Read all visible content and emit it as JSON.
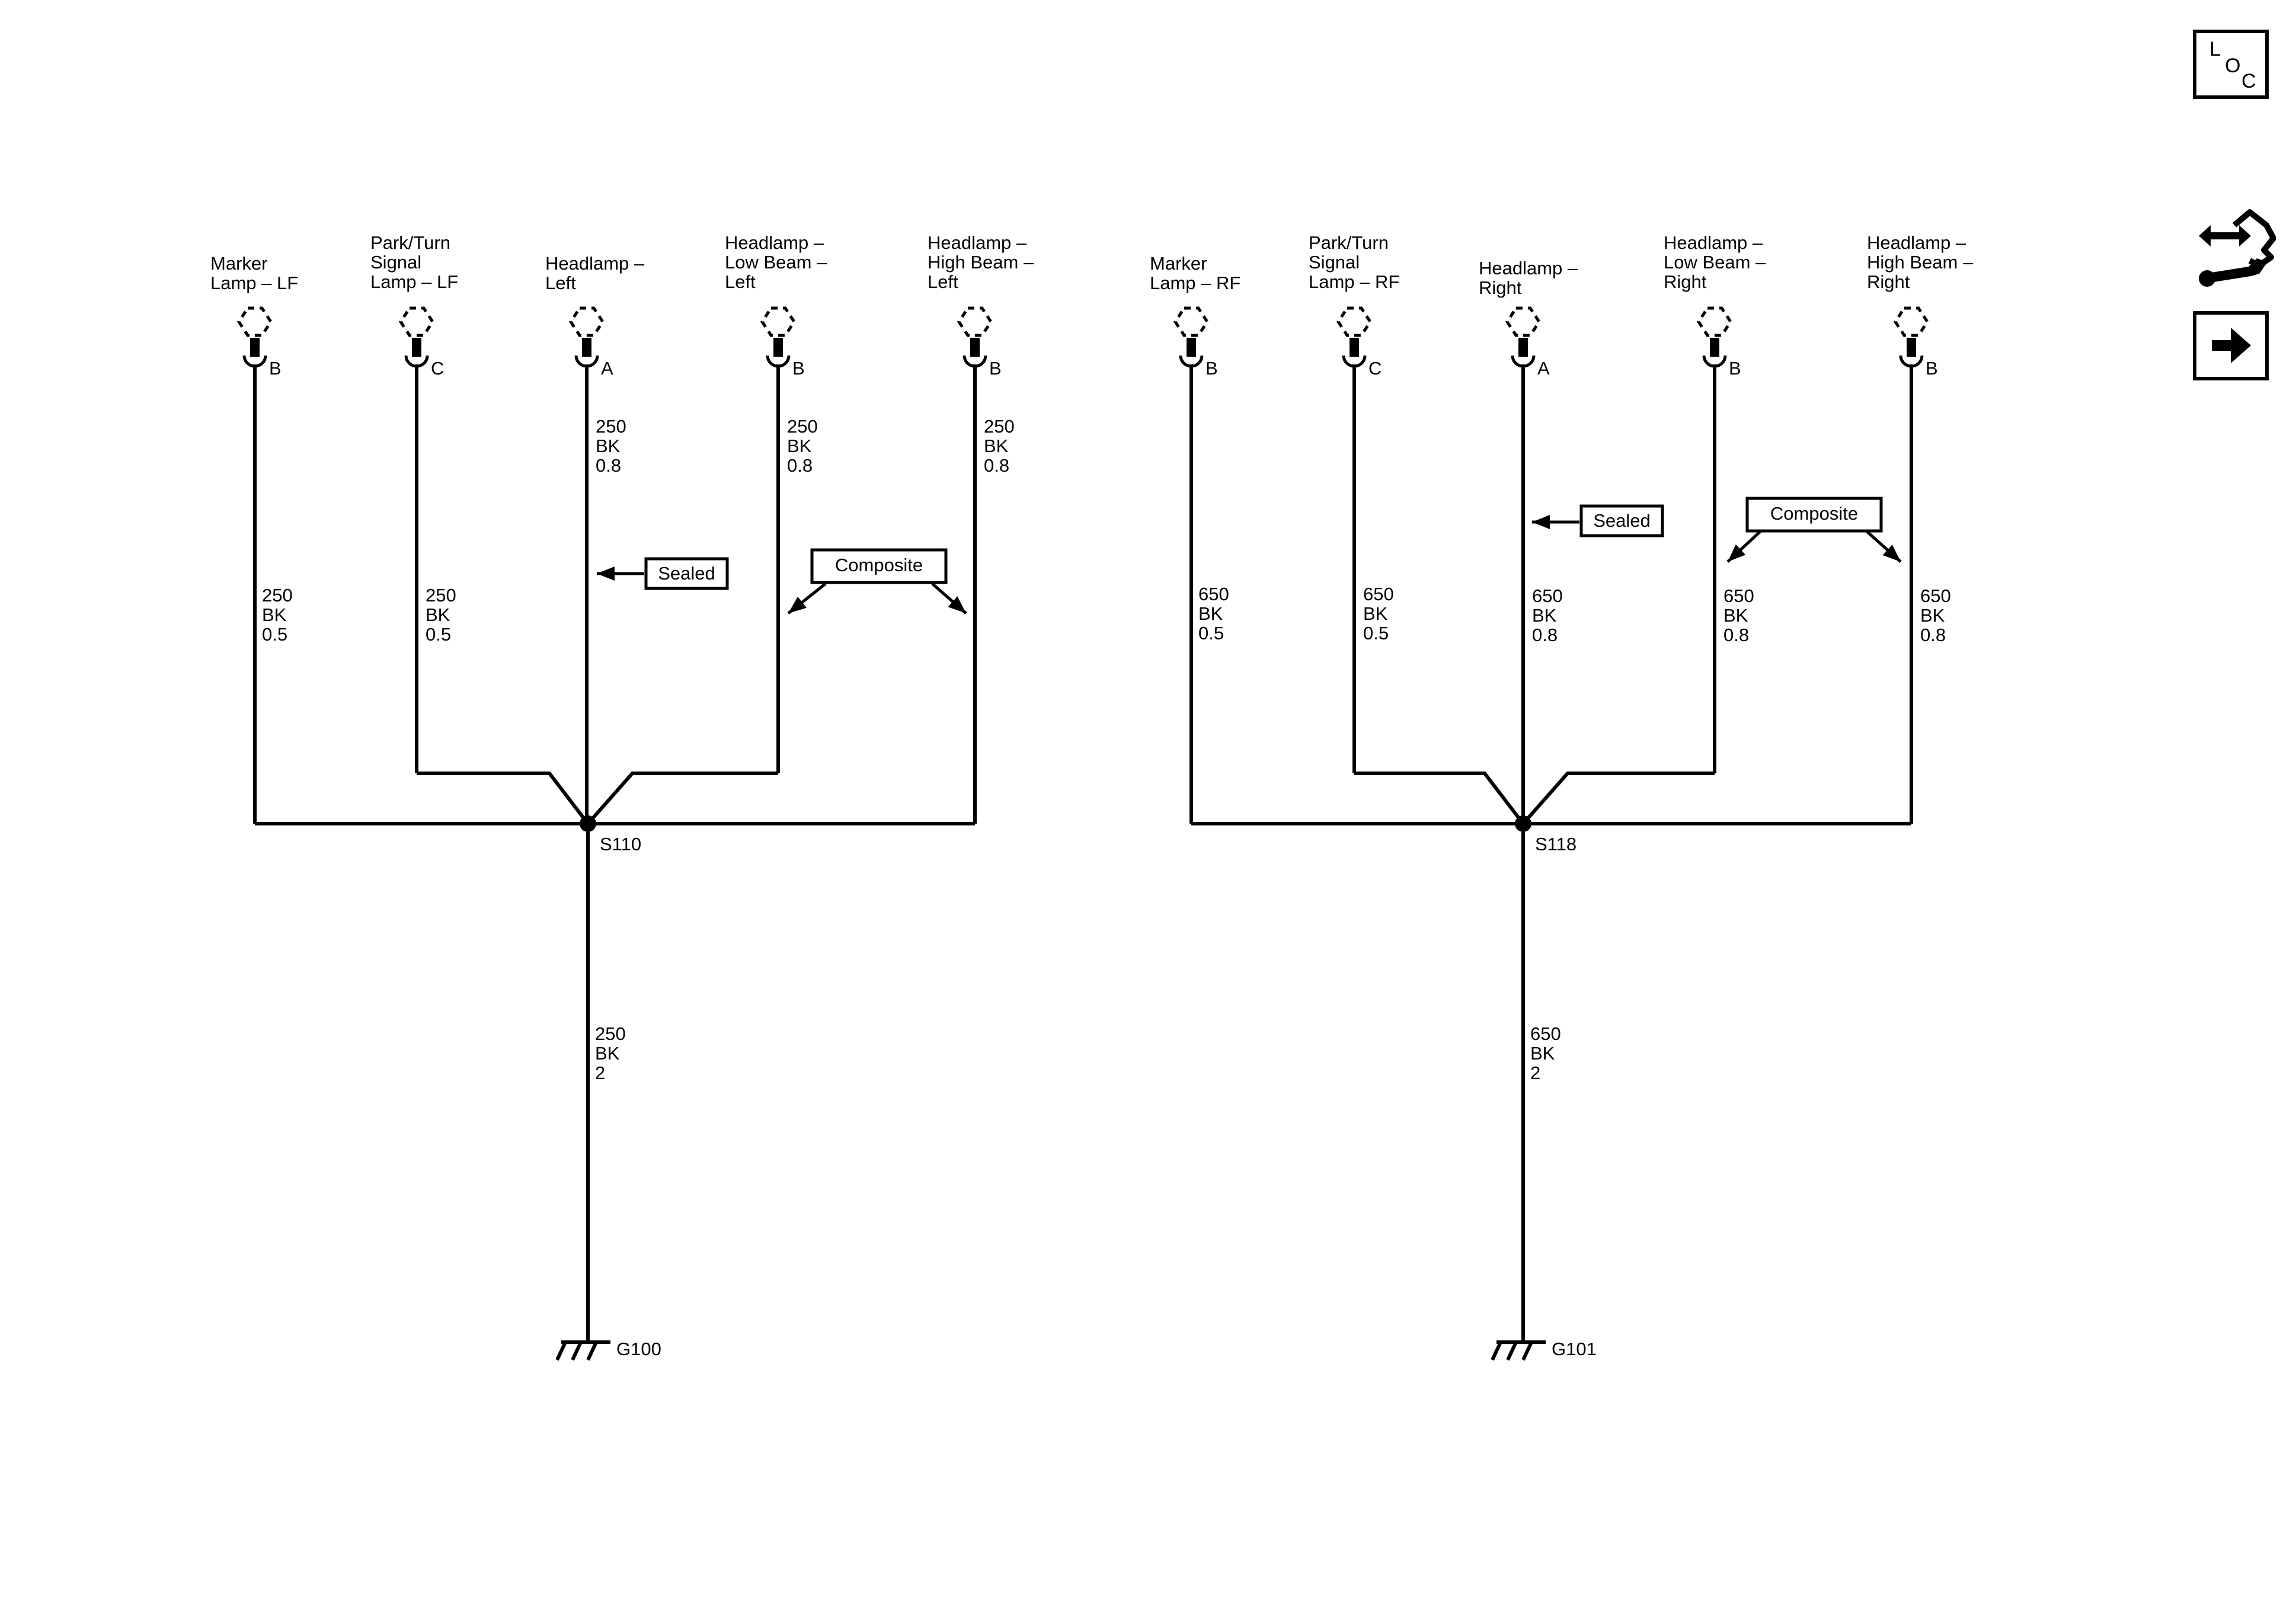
{
  "side_icons": {
    "loc_letters": [
      "L",
      "O",
      "C"
    ]
  },
  "callouts": {
    "sealed": "Sealed",
    "composite": "Composite"
  },
  "circuits": [
    {
      "side": "left",
      "splice": "S110",
      "ground": "G100",
      "ground_wire": [
        "250",
        "BK",
        "2"
      ],
      "branches": [
        {
          "label": [
            "Marker",
            "Lamp – LF"
          ],
          "terminal": "B",
          "wire": [
            "250",
            "BK",
            "0.5"
          ]
        },
        {
          "label": [
            "Park/Turn",
            "Signal",
            "Lamp – LF"
          ],
          "terminal": "C",
          "wire": [
            "250",
            "BK",
            "0.5"
          ]
        },
        {
          "label": [
            "Headlamp –",
            "Left"
          ],
          "terminal": "A",
          "wire": [
            "250",
            "BK",
            "0.8"
          ]
        },
        {
          "label": [
            "Headlamp –",
            "Low Beam –",
            "Left"
          ],
          "terminal": "B",
          "wire": [
            "250",
            "BK",
            "0.8"
          ]
        },
        {
          "label": [
            "Headlamp –",
            "High Beam –",
            "Left"
          ],
          "terminal": "B",
          "wire": [
            "250",
            "BK",
            "0.8"
          ]
        }
      ]
    },
    {
      "side": "right",
      "splice": "S118",
      "ground": "G101",
      "ground_wire": [
        "650",
        "BK",
        "2"
      ],
      "branches": [
        {
          "label": [
            "Marker",
            "Lamp – RF"
          ],
          "terminal": "B",
          "wire": [
            "650",
            "BK",
            "0.5"
          ]
        },
        {
          "label": [
            "Park/Turn",
            "Signal",
            "Lamp – RF"
          ],
          "terminal": "C",
          "wire": [
            "650",
            "BK",
            "0.5"
          ]
        },
        {
          "label": [
            "Headlamp –",
            "Right"
          ],
          "terminal": "A",
          "wire": [
            "650",
            "BK",
            "0.8"
          ]
        },
        {
          "label": [
            "Headlamp –",
            "Low Beam –",
            "Right"
          ],
          "terminal": "B",
          "wire": [
            "650",
            "BK",
            "0.8"
          ]
        },
        {
          "label": [
            "Headlamp –",
            "High Beam –",
            "Right"
          ],
          "terminal": "B",
          "wire": [
            "650",
            "BK",
            "0.8"
          ]
        }
      ]
    }
  ]
}
